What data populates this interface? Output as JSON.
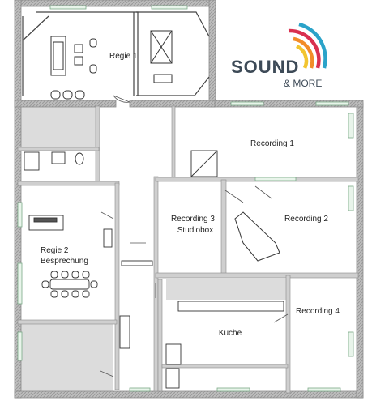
{
  "logo": {
    "brand_word": "SOUND",
    "brand_sub": "& MORE",
    "arc_colors": [
      "#d9304f",
      "#f28c28",
      "#f2c530",
      "#2ba3c9"
    ],
    "text_color": "#3d4a57"
  },
  "rooms": {
    "regie1": "Regie 1",
    "recording1": "Recording 1",
    "recording3_line1": "Recording 3",
    "recording3_line2": "Studiobox",
    "recording2": "Recording 2",
    "regie2_line1": "Regie 2",
    "regie2_line2": "Besprechung",
    "recording4": "Recording 4",
    "kueche": "Küche"
  },
  "colors": {
    "wall": "#a9a9a9",
    "wall_stroke": "#8a8a8a",
    "shaded_area": "#dcdcdc",
    "window": "#e8f4ea",
    "window_stroke": "#7aa887",
    "line": "#333333"
  }
}
